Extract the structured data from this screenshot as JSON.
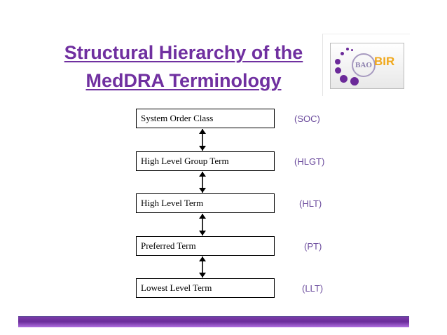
{
  "title": {
    "line1": "Structural Hierarchy of the",
    "line2": "MedDRA Terminology"
  },
  "logo": {
    "text": "BIR"
  },
  "hierarchy": [
    {
      "term": "System Order Class",
      "abbr": "(SOC)"
    },
    {
      "term": "High Level Group Term",
      "abbr": "(HLGT)"
    },
    {
      "term": "High Level Term",
      "abbr": "(HLT)"
    },
    {
      "term": "Preferred Term",
      "abbr": "(PT)"
    },
    {
      "term": "Lowest Level Term",
      "abbr": "(LLT)"
    }
  ],
  "colors": {
    "title": "#7030a0",
    "abbr": "#6a4a9c",
    "bar": "#6a2c9a",
    "logo_accent": "#f0a81c"
  }
}
